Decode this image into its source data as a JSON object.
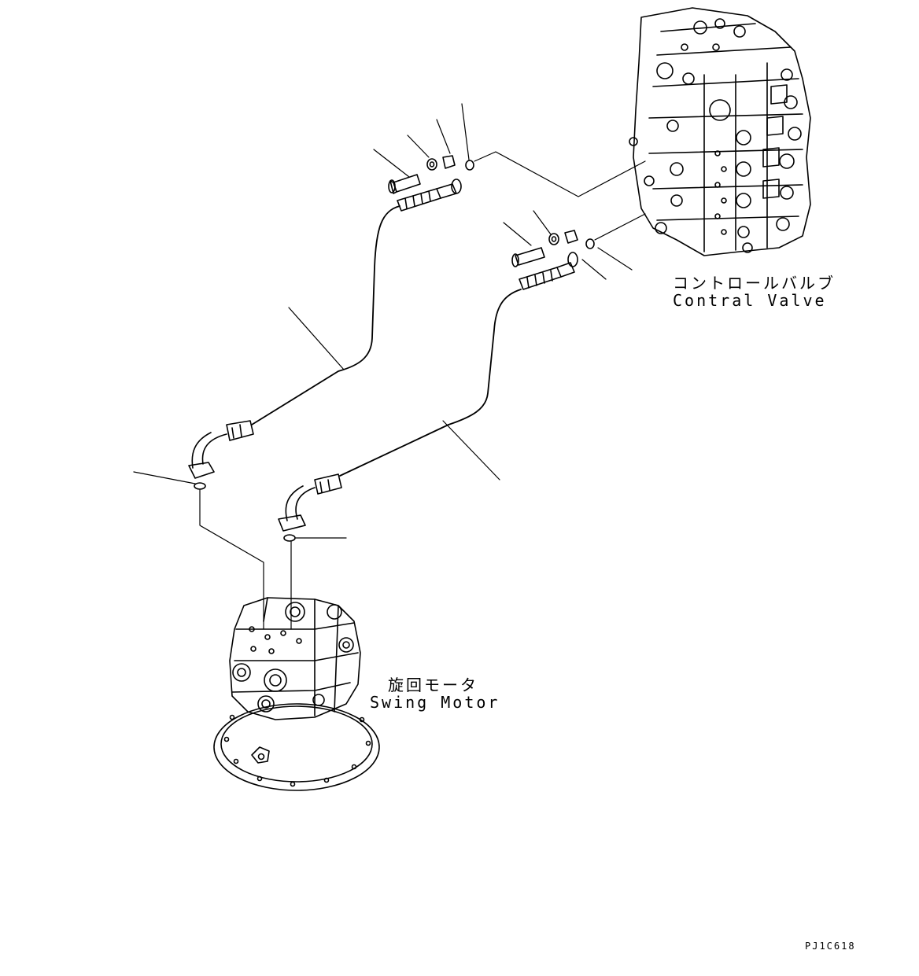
{
  "control_valve": {
    "label_jp": "コントロールバルブ",
    "label_en": "Contral Valve"
  },
  "swing_motor": {
    "label_jp": "旋回モータ",
    "label_en": "Swing Motor"
  },
  "drawing_ref": "PJ1C618"
}
